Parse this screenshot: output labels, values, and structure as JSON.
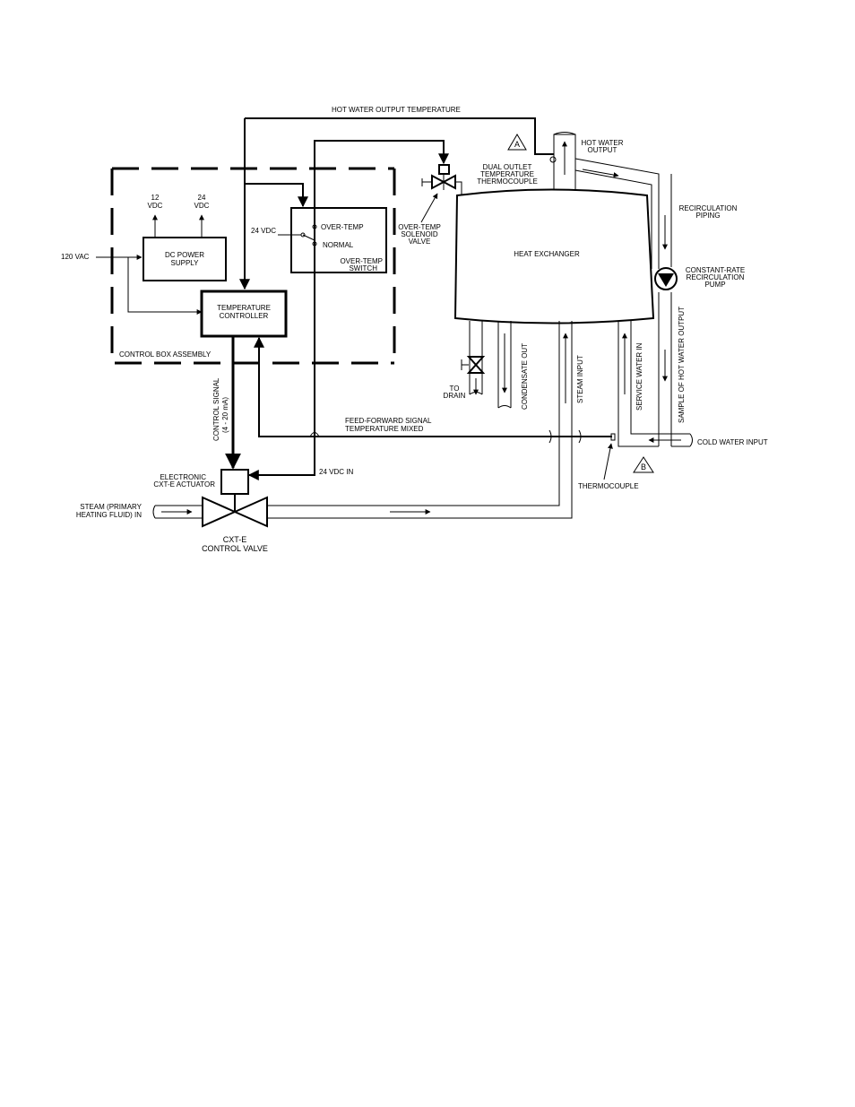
{
  "labels": {
    "hot_water_output_temperature": "HOT WATER OUTPUT TEMPERATURE",
    "marker_a": "A",
    "marker_b": "B",
    "hot_water_output": [
      "HOT WATER",
      "OUTPUT"
    ],
    "dual_outlet_thermocouple": [
      "DUAL OUTLET",
      "TEMPERATURE",
      "THERMOCOUPLE"
    ],
    "recirculation_piping": [
      "RECIRCULATION",
      "PIPING"
    ],
    "constant_rate_pump": [
      "CONSTANT-RATE",
      "RECIRCULATION",
      "PUMP"
    ],
    "heat_exchanger": "HEAT EXCHANGER",
    "v12": [
      "12",
      "VDC"
    ],
    "v24_top": [
      "24",
      "VDC"
    ],
    "ac120": "120 VAC",
    "dc_power_supply": [
      "DC POWER",
      "SUPPLY"
    ],
    "vdc24_switch": "24 VDC",
    "over_temp": "OVER-TEMP",
    "normal": "NORMAL",
    "over_temp_switch": [
      "OVER-TEMP",
      "SWITCH"
    ],
    "solenoid_valve": [
      "OVER-TEMP",
      "SOLENOID",
      "VALVE"
    ],
    "temperature_controller": [
      "TEMPERATURE",
      "CONTROLLER"
    ],
    "control_box_assembly": "CONTROL BOX ASSEMBLY",
    "to_drain": [
      "TO",
      "DRAIN"
    ],
    "condensate_out": "CONDENSATE OUT",
    "steam_input": "STEAM INPUT",
    "service_water_in": "SERVICE WATER IN",
    "sample_hot_water": "SAMPLE OF HOT WATER OUTPUT",
    "control_signal": [
      "CONTROL SIGNAL",
      "(4 - 20 mA)"
    ],
    "feed_forward": [
      "FEED-FORWARD SIGNAL",
      "TEMPERATURE MIXED"
    ],
    "cold_water_input": "COLD WATER INPUT",
    "vdc24_in": "24 VDC IN",
    "actuator": [
      "ELECTRONIC",
      "CXT-E ACTUATOR"
    ],
    "thermocouple": "THERMOCOUPLE",
    "steam_in": [
      "STEAM (PRIMARY",
      "HEATING FLUID) IN"
    ],
    "control_valve": [
      "CXT-E",
      "CONTROL VALVE"
    ]
  }
}
